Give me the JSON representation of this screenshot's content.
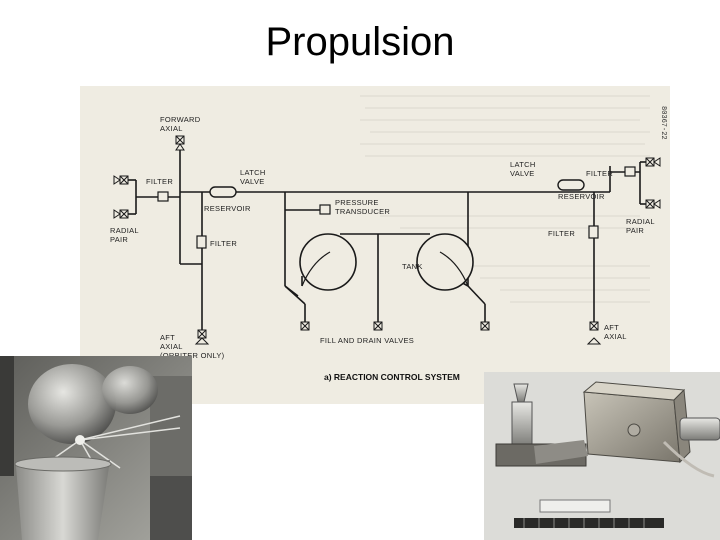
{
  "slide": {
    "title": "Propulsion"
  },
  "diagram": {
    "doc_number": "80367-22",
    "caption": "a) REACTION CONTROL SYSTEM",
    "labels": {
      "forward_axial": [
        "FORWARD",
        "AXIAL"
      ],
      "filter_left": "FILTER",
      "radial_pair_left": [
        "RADIAL",
        "PAIR"
      ],
      "latch_valve_left": [
        "LATCH",
        "VALVE"
      ],
      "reservoir_left": "RESERVOIR",
      "filter_center": "FILTER",
      "pressure_transducer": [
        "PRESSURE",
        "TRANSDUCER"
      ],
      "tank": "TANK",
      "aft_axial_left": [
        "AFT",
        "AXIAL",
        "(ORBITER ONLY)"
      ],
      "fill_drain": "FILL AND DRAIN VALVES",
      "latch_valve_right": [
        "LATCH",
        "VALVE"
      ],
      "filter_right_top": "FILTER",
      "reservoir_right": "RESERVOIR",
      "radial_pair_right": [
        "RADIAL",
        "PAIR"
      ],
      "filter_right": "FILTER",
      "aft_axial_right": [
        "AFT",
        "AXIAL"
      ]
    }
  },
  "photos": {
    "left": "propellant-tank-photo",
    "right": "thruster-assembly-photo"
  },
  "colors": {
    "diagram_bg": "#efece2",
    "line": "#1a1a1a"
  }
}
